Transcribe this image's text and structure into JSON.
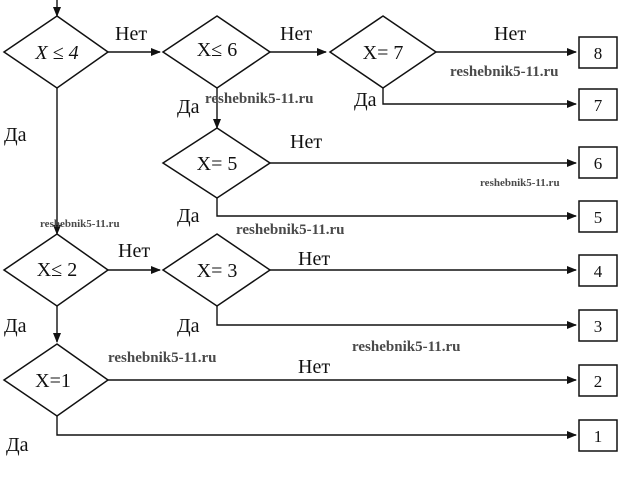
{
  "conditions": {
    "x_le_4": "X ≤ 4",
    "x_le_6": "X≤ 6",
    "x_eq_7": "X= 7",
    "x_eq_5": "X= 5",
    "x_le_2": "X≤ 2",
    "x_eq_3": "X= 3",
    "x_eq_1": "X=1"
  },
  "labels": {
    "yes": "Да",
    "no": "Нет"
  },
  "outputs": [
    "8",
    "7",
    "6",
    "5",
    "4",
    "3",
    "2",
    "1"
  ],
  "watermark": "reshebnik5-11.ru"
}
